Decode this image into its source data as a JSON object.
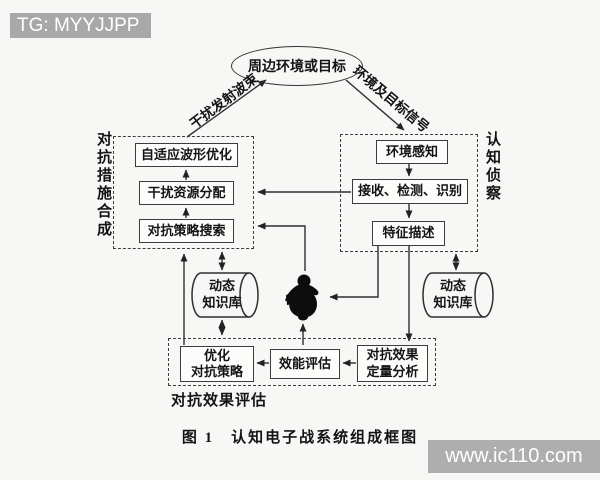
{
  "overlays": {
    "tag_badge": "TG: MYYJJPP",
    "watermark": "www.ic110.com"
  },
  "figure": {
    "caption": "图 1　认知电子战系统组成框图",
    "ellipse_label": "周边环境或目标",
    "left_flow_label": "干扰发射波束",
    "right_flow_label": "环境及目标信号",
    "left_group": {
      "side_label": "对抗措施合成",
      "boxes": [
        {
          "lines": [
            "自适应波形优化"
          ]
        },
        {
          "lines": [
            "干扰资源分配"
          ]
        },
        {
          "lines": [
            "对抗策略搜索"
          ]
        }
      ]
    },
    "right_group": {
      "side_label": "认知侦察",
      "boxes": [
        {
          "lines": [
            "环境感知"
          ]
        },
        {
          "lines": [
            "接收、检测、识别"
          ]
        },
        {
          "lines": [
            "特征描述"
          ]
        }
      ]
    },
    "bottom_group": {
      "side_label": "对抗效果评估",
      "boxes": [
        {
          "lines": [
            "优化",
            "对抗策略"
          ]
        },
        {
          "lines": [
            "效能评估"
          ]
        },
        {
          "lines": [
            "对抗效果",
            "定量分析"
          ]
        }
      ]
    },
    "knowledge_base_left": {
      "lines": [
        "动态",
        "知识库"
      ]
    },
    "knowledge_base_right": {
      "lines": [
        "动态",
        "知识库"
      ]
    }
  }
}
